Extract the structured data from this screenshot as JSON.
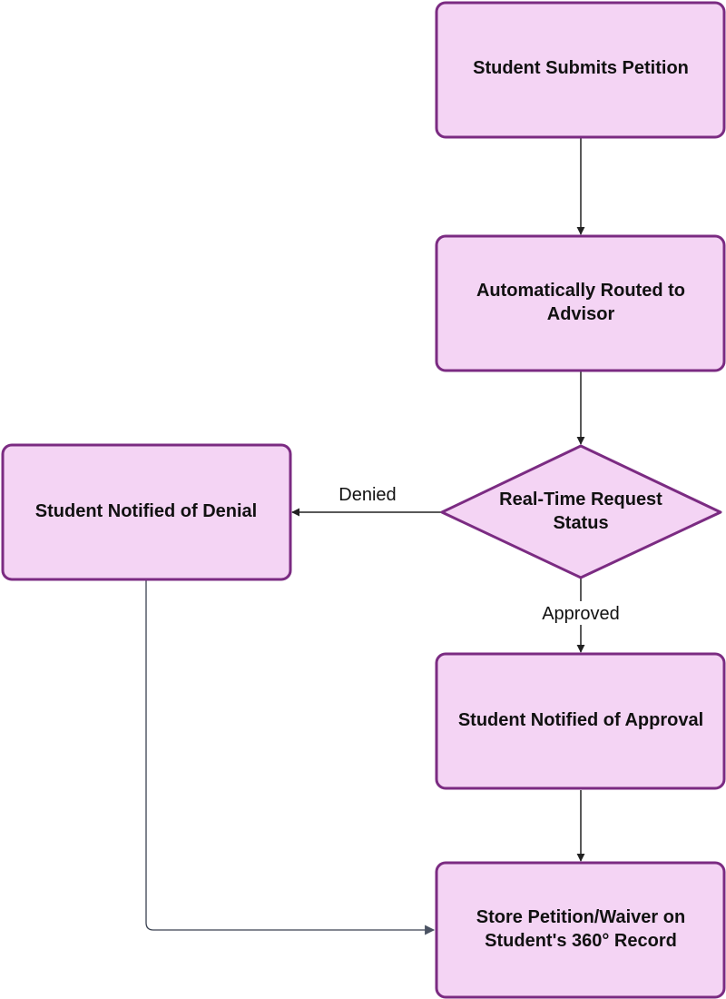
{
  "diagram": {
    "nodes": {
      "submit": {
        "lines": [
          "Student Submits Petition"
        ]
      },
      "routed": {
        "lines": [
          "Automatically Routed to",
          "Advisor"
        ]
      },
      "status": {
        "lines": [
          "Real-Time Request",
          "Status"
        ]
      },
      "denial": {
        "lines": [
          "Student Notified of Denial"
        ]
      },
      "approval": {
        "lines": [
          "Student Notified of Approval"
        ]
      },
      "store": {
        "lines": [
          "Store Petition/Waiver on",
          "Student's 360° Record"
        ]
      }
    },
    "edges": {
      "denied_label": "Denied",
      "approved_label": "Approved"
    },
    "colors": {
      "node_fill": "#f4d4f4",
      "node_stroke": "#7b2b82",
      "arrow": "#222222",
      "arrow_gray": "#3a4150"
    }
  }
}
